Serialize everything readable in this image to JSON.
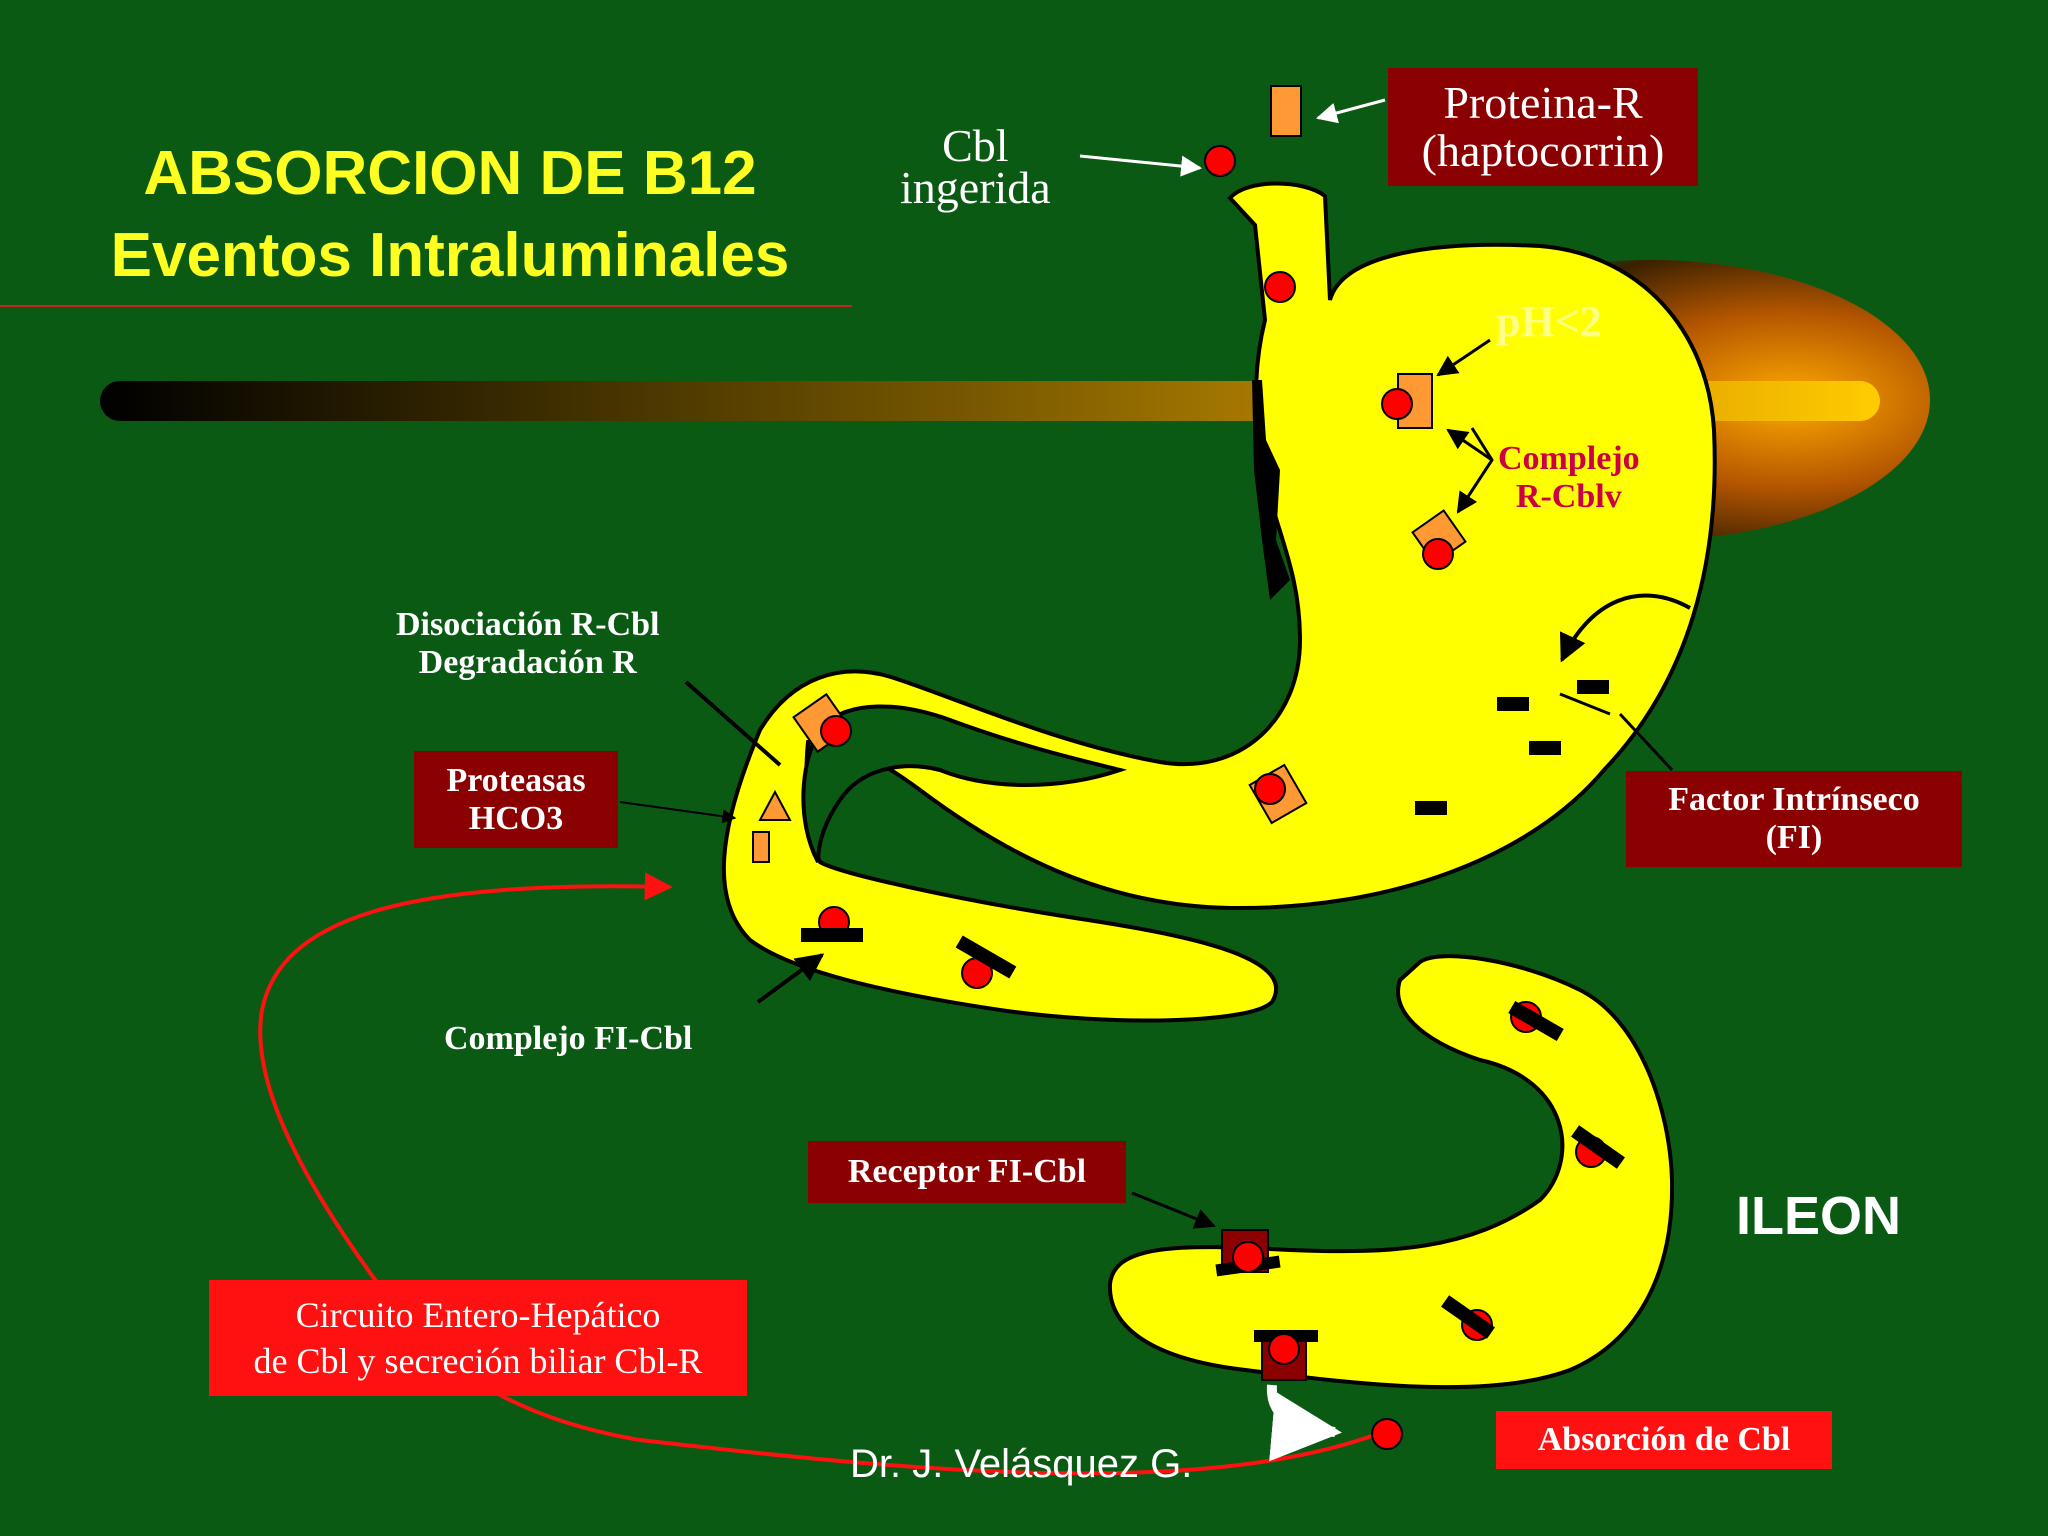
{
  "title": {
    "line1": "ABSORCION DE B12",
    "line2": "Eventos Intraluminales"
  },
  "labels": {
    "cbl_ingerida": [
      "Cbl",
      "ingerida"
    ],
    "proteina_r": [
      "Proteina-R",
      "(haptocorrin)"
    ],
    "ph": "pH<2",
    "complejo_r_cblv": [
      "Complejo",
      "R-Cblv"
    ],
    "disociacion": [
      "Disociación R-Cbl",
      "Degradación R"
    ],
    "proteasas": [
      "Proteasas",
      "HCO3"
    ],
    "factor_intrinseco": [
      "Factor Intrínseco",
      "(FI)"
    ],
    "complejo_fi_cbl": "Complejo FI-Cbl",
    "receptor_fi_cbl": "Receptor FI-Cbl",
    "ileon": "ILEON",
    "circuito": [
      "Circuito Entero-Hepático",
      "de Cbl y secreción biliar Cbl-R"
    ],
    "absorcion": "Absorción de Cbl",
    "footer": "Dr. J. Velásquez G."
  },
  "colors": {
    "background": "#0a5a14",
    "organ_fill": "#ffff00",
    "cbl_dot": "#ff0000",
    "protein_r": "#ff9933",
    "dark_box": "#8b0000",
    "red_box": "#ff1111",
    "title": "#ffff22",
    "complejo_text": "#cc0044"
  }
}
